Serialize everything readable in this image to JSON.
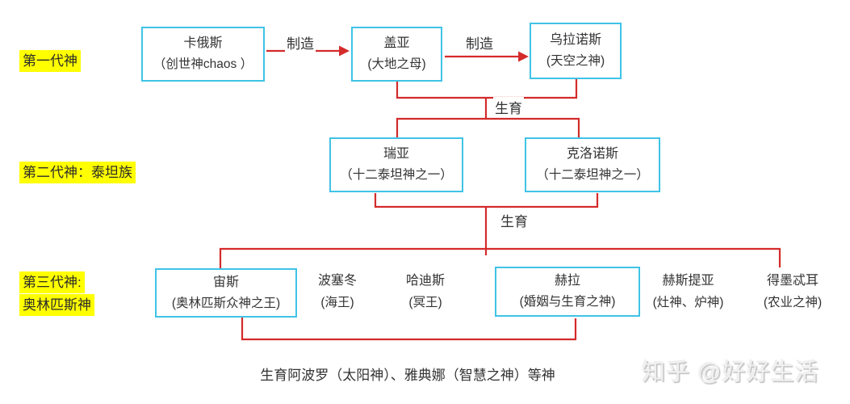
{
  "labels": {
    "gen1": "第一代神",
    "gen2": "第二代神：泰坦族",
    "gen3a": "第三代神:",
    "gen3b": "奥林匹斯神"
  },
  "edges": {
    "make1": "制造",
    "make2": "制造",
    "birth1": "生育",
    "birth2": "生育"
  },
  "nodes": {
    "chaos": {
      "name": "卡俄斯",
      "subtitle": "（创世神chaos ）"
    },
    "gaia": {
      "name": "盖亚",
      "subtitle": "(大地之母)"
    },
    "uranus": {
      "name": "乌拉诺斯",
      "subtitle": "(天空之神)"
    },
    "rhea": {
      "name": "瑞亚",
      "subtitle": "（十二泰坦神之一）"
    },
    "cronus": {
      "name": "克洛诺斯",
      "subtitle": "（十二泰坦神之一）"
    },
    "zeus": {
      "name": "宙斯",
      "subtitle": "(奥林匹斯众神之王)"
    },
    "poseidon": {
      "name": "波塞冬",
      "subtitle": "(海王)"
    },
    "hades": {
      "name": "哈迪斯",
      "subtitle": "(冥王)"
    },
    "hera": {
      "name": "赫拉",
      "subtitle": "(婚姻与生育之神)"
    },
    "hestia": {
      "name": "赫斯提亚",
      "subtitle": "(灶神、炉神)"
    },
    "demeter": {
      "name": "得墨忒耳",
      "subtitle": "(农业之神)"
    }
  },
  "footnote": "生育阿波罗（太阳神）、雅典娜（智慧之神）等神",
  "watermark": "知乎 @好好生活",
  "colors": {
    "box_border": "#3fc3e6",
    "connector": "#d42b2b",
    "highlight": "#ffff00",
    "text": "#333333"
  }
}
